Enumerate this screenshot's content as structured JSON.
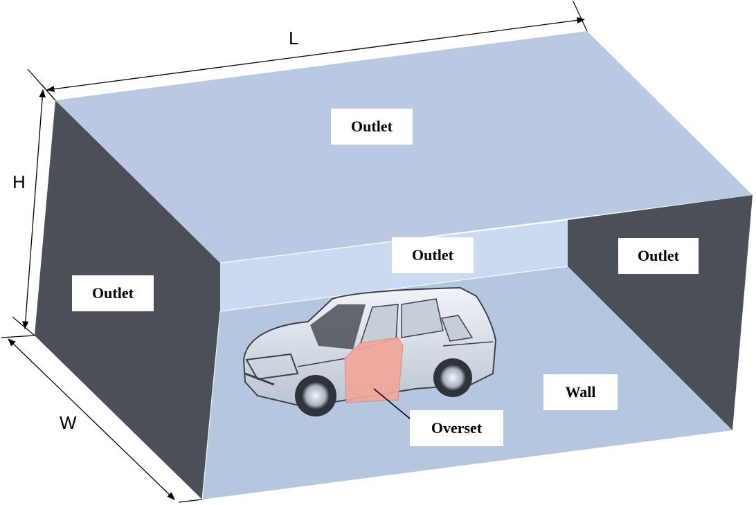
{
  "labels": {
    "top": "Outlet",
    "left": "Outlet",
    "back": "Outlet",
    "right": "Outlet",
    "floor": "Wall",
    "overset": "Overset"
  },
  "dimensions": {
    "length": "L",
    "height": "H",
    "width": "W"
  },
  "colors": {
    "top_face": "#b8c9e1",
    "floor": "#b5c7df",
    "side_walls": "#4a4f58",
    "back_wall": "#cbdaf0",
    "car_body": "#dfe5ee",
    "overset_region": "#f2a79a"
  }
}
